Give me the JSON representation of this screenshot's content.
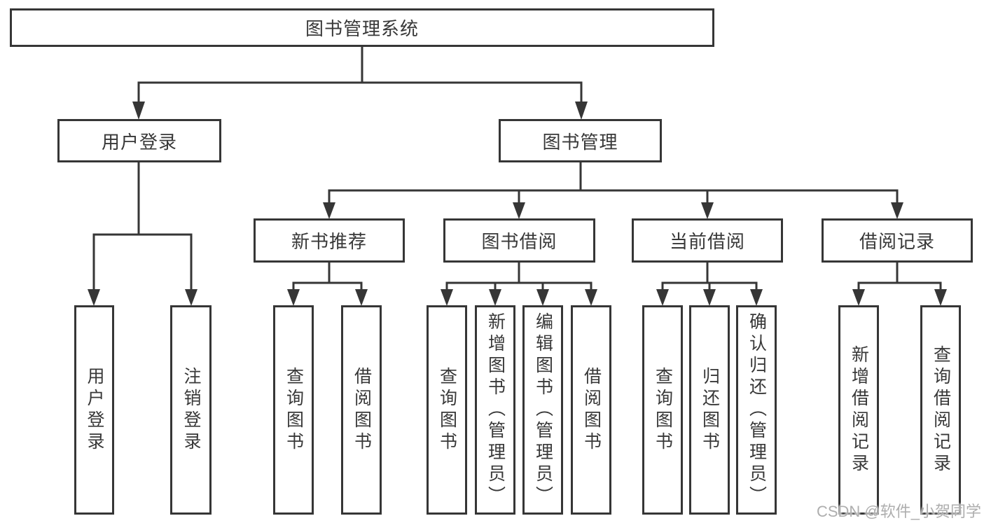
{
  "page": {
    "background_color": "#ffffff",
    "line_color": "#363636",
    "text_color": "#383838"
  },
  "diagram": {
    "root": {
      "label": "图书管理系统"
    },
    "level2": {
      "user_login": {
        "label": "用户登录"
      },
      "book_management": {
        "label": "图书管理"
      }
    },
    "level3": {
      "new_book_recommend": {
        "label": "新书推荐"
      },
      "book_borrow": {
        "label": "图书借阅"
      },
      "current_borrow": {
        "label": "当前借阅"
      },
      "borrow_record": {
        "label": "借阅记录"
      }
    },
    "leaves": {
      "user_login": {
        "label": "用户登录"
      },
      "logout": {
        "label": "注销登录"
      },
      "nb_query_book": {
        "label": "查询图书"
      },
      "nb_borrow_book": {
        "label": "借阅图书"
      },
      "bb_query_book": {
        "label": "查询图书"
      },
      "bb_add_book_admin": {
        "label": "新增图书（管理员）"
      },
      "bb_edit_book_admin": {
        "label": "编辑图书（管理员）"
      },
      "bb_borrow_book": {
        "label": "借阅图书"
      },
      "cb_query_book": {
        "label": "查询图书"
      },
      "cb_return_book": {
        "label": "归还图书"
      },
      "cb_confirm_return_admin": {
        "label": "确认归还（管理员）"
      },
      "br_add_record": {
        "label": "新增借阅记录"
      },
      "br_query_record": {
        "label": "查询借阅记录"
      }
    }
  },
  "watermark": {
    "text": "CSDN @软件_小贺同学",
    "color": "#aeaeae"
  }
}
